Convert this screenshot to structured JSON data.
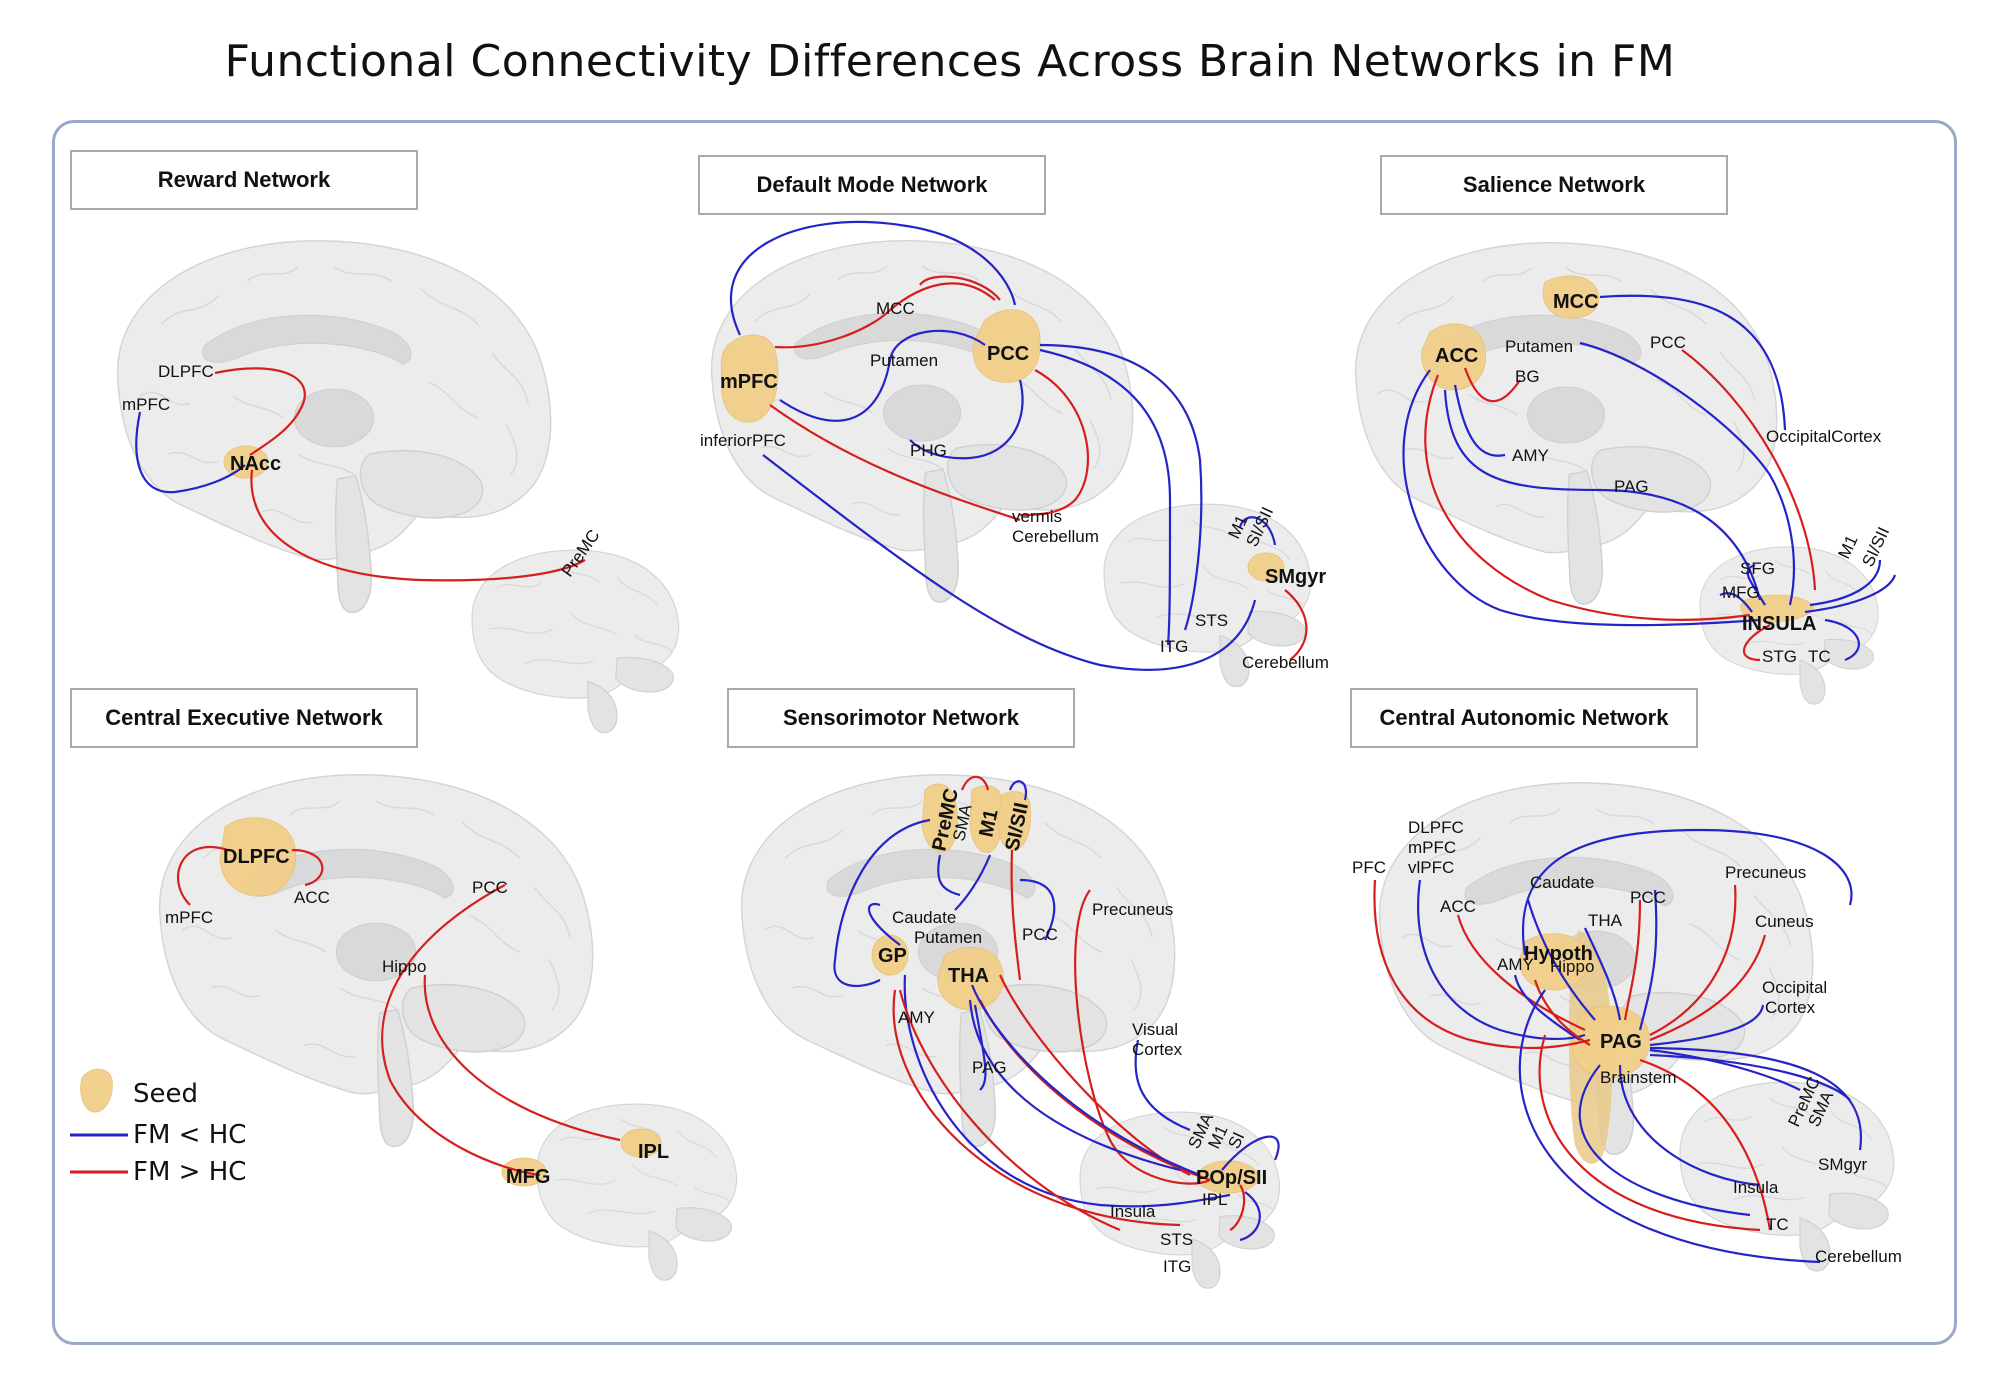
{
  "title": "Functional Connectivity Differences Across Brain Networks in FM",
  "panels": {
    "reward": {
      "title": "Reward Network",
      "seeds": [
        "NAcc"
      ],
      "labels": [
        "DLPFC",
        "mPFC",
        "PreMC"
      ]
    },
    "dmn": {
      "title": "Default Mode Network",
      "seeds": [
        "mPFC",
        "PCC",
        "SMgyr"
      ],
      "labels": [
        "MCC",
        "Putamen",
        "inferiorPFC",
        "PHG",
        "vermis",
        "Cerebellum",
        "M1",
        "SI/SII",
        "STS",
        "ITG",
        "Cerebellum"
      ]
    },
    "salience": {
      "title": "Salience Network",
      "seeds": [
        "MCC",
        "ACC",
        "INSULA"
      ],
      "labels": [
        "Putamen",
        "BG",
        "PCC",
        "OccipitalCortex",
        "AMY",
        "PAG",
        "SFG",
        "MFG",
        "M1",
        "SI/SII",
        "STG",
        "TC"
      ]
    },
    "cen": {
      "title": "Central Executive Network",
      "seeds": [
        "DLPFC",
        "IPL",
        "MFG"
      ],
      "labels": [
        "mPFC",
        "ACC",
        "PCC",
        "Hippo"
      ]
    },
    "smn": {
      "title": "Sensorimotor Network",
      "seeds": [
        "PreMC",
        "M1",
        "SI/SII",
        "GP",
        "THA",
        "POp/SII"
      ],
      "labels": [
        "SMA",
        "Caudate",
        "Putamen",
        "AMY",
        "PAG",
        "PCC",
        "Precuneus",
        "Visual",
        "Cortex",
        "SMA",
        "M1",
        "SI",
        "IPL",
        "Insula",
        "STS",
        "ITG"
      ]
    },
    "can": {
      "title": "Central Autonomic  Network",
      "seeds": [
        "Hypoth",
        "PAG"
      ],
      "labels": [
        "DLPFC",
        "mPFC",
        "vlPFC",
        "PFC",
        "ACC",
        "Caudate",
        "THA",
        "PCC",
        "Precuneus",
        "Cuneus",
        "Occipital",
        "Cortex",
        "AMY",
        "Hippo",
        "Brainstem",
        "PreMC",
        "SMA",
        "SMgyr",
        "Insula",
        "TC",
        "Cerebellum"
      ]
    }
  },
  "legend": {
    "seed": "Seed",
    "blue": "FM < HC",
    "red": "FM > HC"
  },
  "colors": {
    "fm_lower": "#2424c8",
    "fm_higher": "#d61e1e",
    "seed": "#f2cf8a",
    "frame": "#9aa8c8"
  }
}
